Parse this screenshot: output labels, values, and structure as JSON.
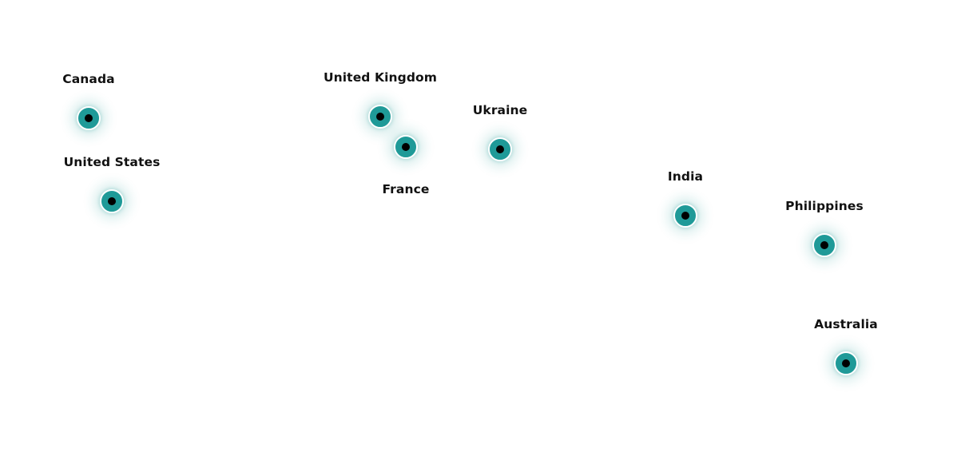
{
  "colors": {
    "marker_fill": "#1f9a98",
    "marker_center": "#000000",
    "marker_ring": "#ffffff",
    "label_text": "#111111"
  },
  "markers": [
    {
      "label": "Canada",
      "icon": "location-dot-icon"
    },
    {
      "label": "United States",
      "icon": "location-dot-icon"
    },
    {
      "label": "United Kingdom",
      "icon": "location-dot-icon"
    },
    {
      "label": "France",
      "icon": "location-dot-icon"
    },
    {
      "label": "Ukraine",
      "icon": "location-dot-icon"
    },
    {
      "label": "India",
      "icon": "location-dot-icon"
    },
    {
      "label": "Philippines",
      "icon": "location-dot-icon"
    },
    {
      "label": "Australia",
      "icon": "location-dot-icon"
    }
  ]
}
